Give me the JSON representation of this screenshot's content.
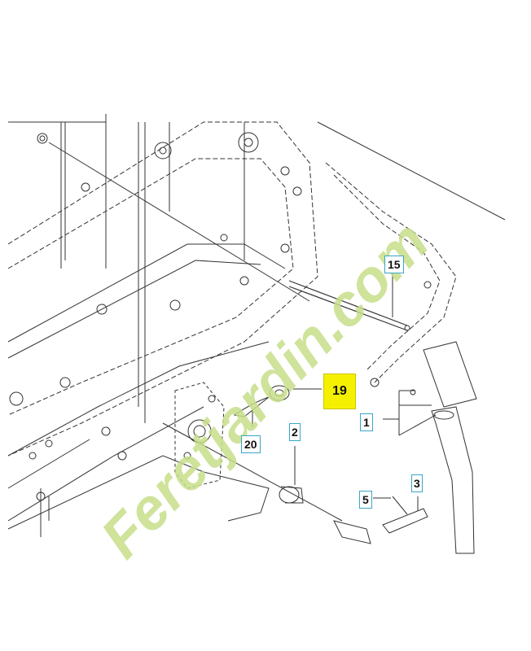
{
  "callouts": {
    "c15": "15",
    "c19": "19",
    "c1": "1",
    "c20": "20",
    "c2": "2",
    "c5": "5",
    "c3": "3"
  },
  "watermark": {
    "text": "Feretjardin.com",
    "color_main": "#c7de8a",
    "color_accent": "#f2b04a",
    "color_dotcom": "#c9c2b2"
  },
  "colors": {
    "line": "#333333",
    "callout_border": "#3aa6c8",
    "highlight": "#f5f000"
  }
}
